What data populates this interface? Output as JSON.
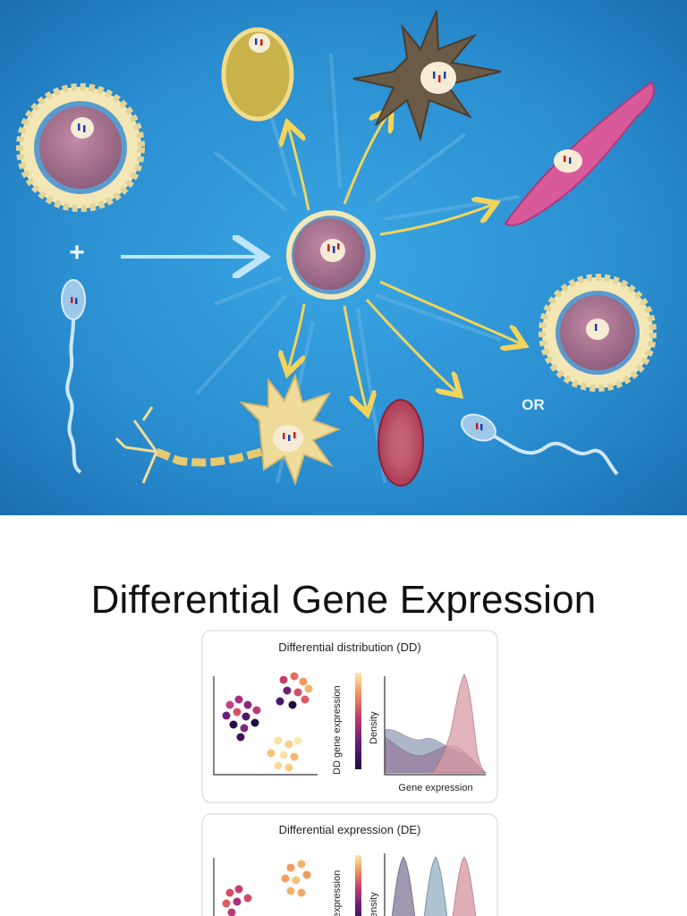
{
  "slide": {
    "title": "Differential Gene Expression"
  },
  "illustration": {
    "plus_label": "+",
    "or_label": "OR",
    "background_color": "#2a8ed0",
    "accent_arrow_color": "#f2d45a"
  },
  "panel_dd": {
    "title": "Differential distribution (DD)",
    "colorbar_label": "DD gene expression",
    "density_label": "Density",
    "xaxis_label": "Gene expression"
  },
  "panel_de": {
    "title": "Differential expression (DE)",
    "colorbar_label": "expression",
    "density_label": "ensity"
  }
}
